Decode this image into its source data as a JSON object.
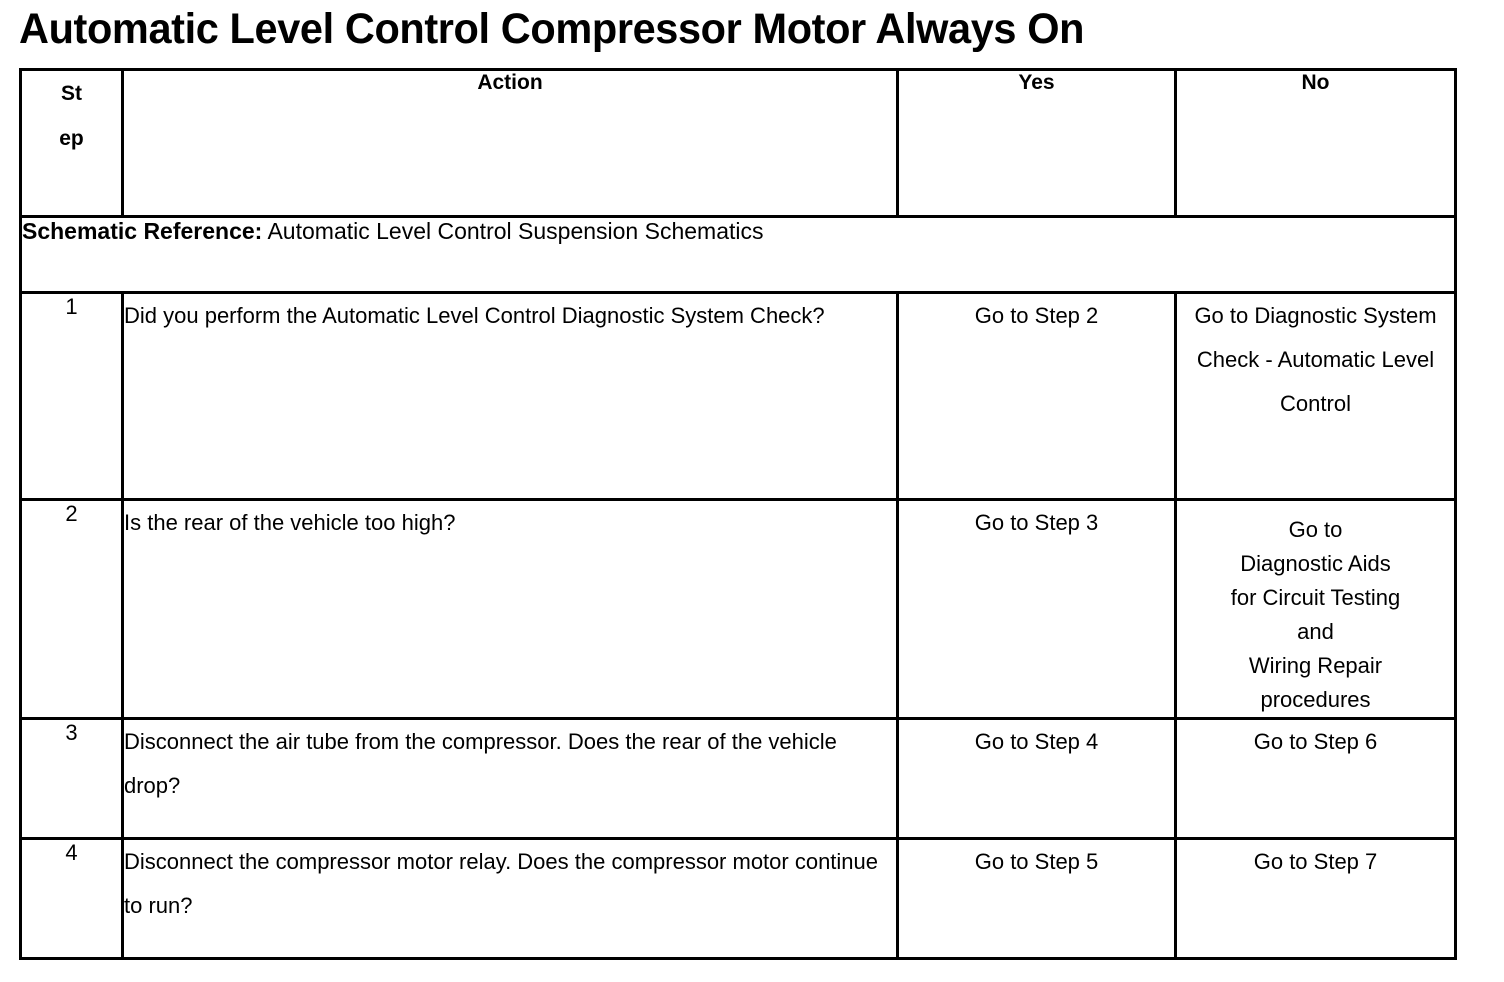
{
  "document": {
    "title": "Automatic Level Control Compressor Motor Always On"
  },
  "table": {
    "headers": {
      "step": "St\nep",
      "step_line1": "St",
      "step_line2": "ep",
      "action": "Action",
      "yes": "Yes",
      "no": "No"
    },
    "schematic_reference": {
      "label": "Schematic Reference:",
      "value": " Automatic Level Control Suspension Schematics"
    },
    "rows": [
      {
        "step": "1",
        "action": "Did you perform the Automatic Level Control Diagnostic System Check?",
        "yes": "Go to Step 2",
        "no": "Go to Diagnostic System Check - Automatic Level Control"
      },
      {
        "step": "2",
        "action": "Is the rear of the vehicle too high?",
        "yes": "Go to Step 3",
        "no": "Go to\nDiagnostic Aids\nfor Circuit Testing\nand\nWiring Repair\nprocedures"
      },
      {
        "step": "3",
        "action": "Disconnect the air tube from the compressor. Does the rear of the vehicle drop?",
        "yes": "Go to Step 4",
        "no": "Go to Step 6"
      },
      {
        "step": "4",
        "action": "Disconnect the compressor motor relay. Does the compressor motor continue to run?",
        "yes": "Go to Step 5",
        "no": "Go to Step 7"
      }
    ]
  }
}
